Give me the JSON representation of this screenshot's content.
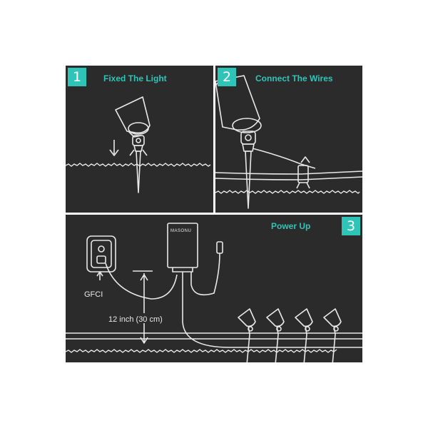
{
  "colors": {
    "background": "#2b2b2b",
    "accent": "#2fc4b8",
    "line_art": "#e8e8e8",
    "page": "#ffffff"
  },
  "panels": [
    {
      "number": "1",
      "title": "Fixed The Light"
    },
    {
      "number": "2",
      "title": "Connect The Wires"
    },
    {
      "number": "3",
      "title": "Power Up"
    }
  ],
  "labels": {
    "gfci": "GFCI",
    "height": "12 inch (30 cm)",
    "transformer_brand": "MASONU"
  }
}
